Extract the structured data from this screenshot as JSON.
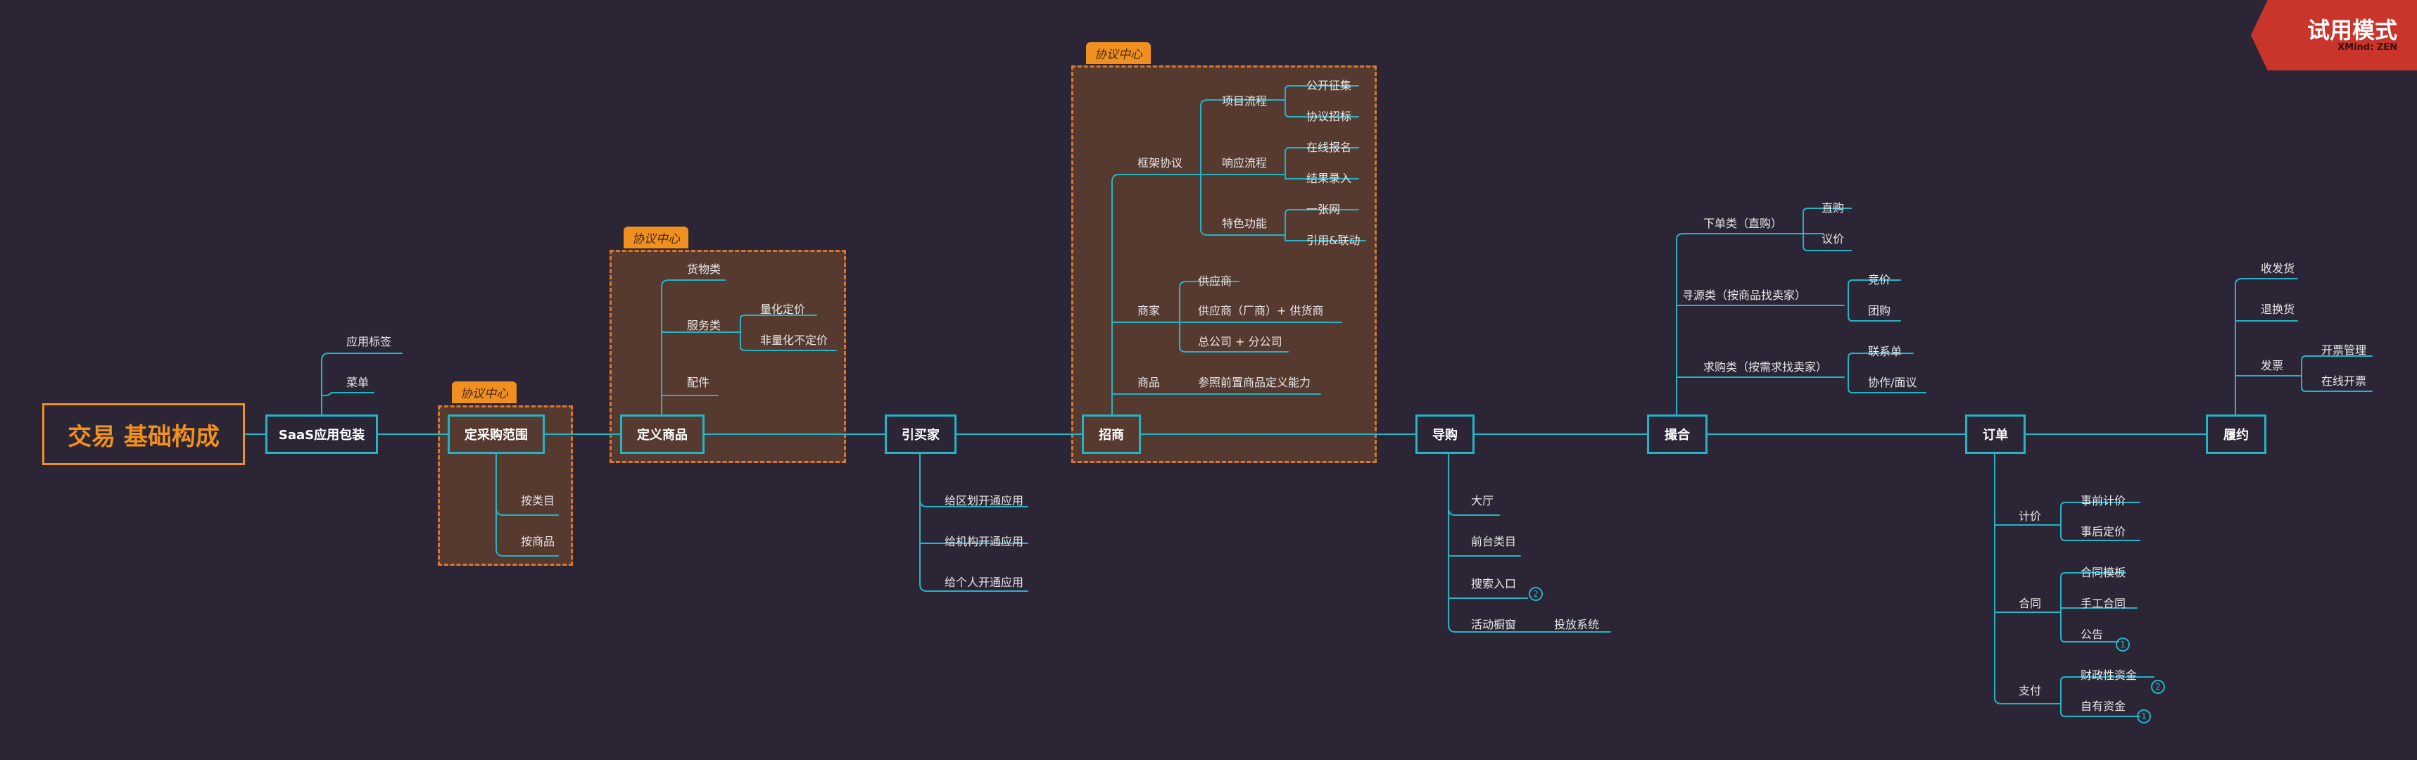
{
  "watermark": {
    "title": "试用模式",
    "brand": "XMind: ZEN"
  },
  "boundary_tag": "协议中心",
  "root": "交易 基础构成",
  "main": [
    "SaaS应用包装",
    "定采购范围",
    "定义商品",
    "引买家",
    "招商",
    "导购",
    "撮合",
    "订单",
    "履约"
  ],
  "saas": {
    "items": [
      "应用标签",
      "菜单"
    ]
  },
  "caigou": {
    "items": [
      "按类目",
      "按商品"
    ]
  },
  "shangpin": {
    "huowu": "货物类",
    "fuwu": "服务类",
    "lianghua": "量化定价",
    "feilianghua": "非量化不定价",
    "peijian": "配件"
  },
  "yinmaijia": {
    "items": [
      "给区划开通应用",
      "给机构开通应用",
      "给个人开通应用"
    ]
  },
  "zhaoshang": {
    "kuangjia": "框架协议",
    "xiangmu": "项目流程",
    "gongkai": "公开征集",
    "xieyi": "协议招标",
    "xiangying": "响应流程",
    "zaixian": "在线报名",
    "jieguo": "结果录入",
    "tese": "特色功能",
    "yizhang": "一张网",
    "yinyong": "引用&联动",
    "shangjia": "商家",
    "gongying": "供应商",
    "changshang": "供应商（厂商）+ 供货商",
    "zong": "总公司 + 分公司",
    "shangpin": "商品",
    "canzhao": "参照前置商品定义能力"
  },
  "daogou": {
    "items": [
      "大厅",
      "前台类目",
      "搜索入口",
      "活动橱窗"
    ],
    "toufang": "投放系统",
    "badge": "2"
  },
  "cuohe": {
    "xiadan": "下单类（直购）",
    "zhigou": "直购",
    "yijia": "议价",
    "xunyuan": "寻源类（按商品找卖家）",
    "jingjia": "竞价",
    "tuangou": "团购",
    "qiugou": "求购类（按需求找卖家）",
    "lianxi": "联系单",
    "xiezuo": "协作/面议"
  },
  "dingdan": {
    "jijia": "计价",
    "shiqian": "事前计价",
    "shihou": "事后定价",
    "hetong": "合同",
    "muban": "合同模板",
    "shougong": "手工合同",
    "gonggao": "公告",
    "zhifu": "支付",
    "caizheng": "财政性资金",
    "ziyou": "自有资金",
    "b_gonggao": "1",
    "b_caizheng": "2",
    "b_ziyou": "1"
  },
  "lvyue": {
    "shoufa": "收发货",
    "tuihuan": "退换货",
    "fapiao": "发票",
    "guanli": "开票管理",
    "zaixian": "在线开票"
  }
}
